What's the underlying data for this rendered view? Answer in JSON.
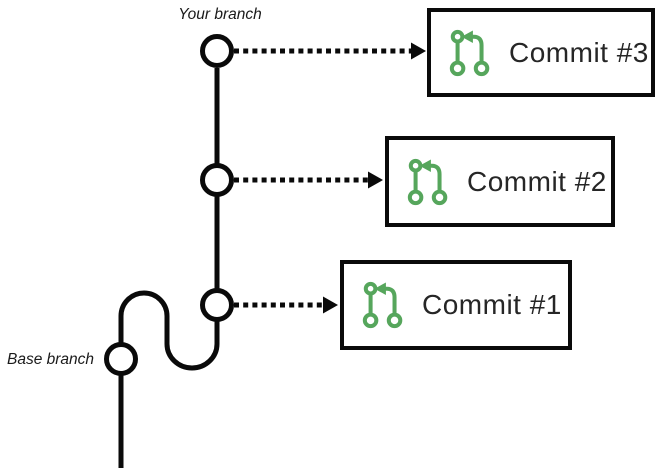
{
  "diagram": {
    "your_branch_label": "Your branch",
    "base_branch_label": "Base branch",
    "commits": [
      {
        "label": "Commit #3"
      },
      {
        "label": "Commit #2"
      },
      {
        "label": "Commit #1"
      }
    ],
    "icons": {
      "commit_box_icon": "git-branch-compare-icon"
    },
    "colors": {
      "line_black": "#0a0a0a",
      "icon_green": "#56a65c",
      "text_dark": "#262626",
      "background": "#ffffff"
    }
  }
}
